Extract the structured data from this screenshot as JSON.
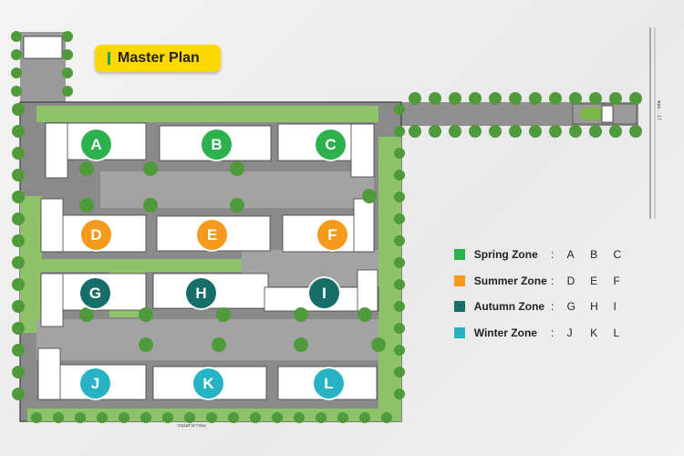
{
  "title": "Master Plan",
  "colors": {
    "spring": "#2bb24c",
    "summer": "#f59a1c",
    "autumn": "#176e69",
    "winter": "#27b3c3",
    "accent": "#ffd800"
  },
  "zones": [
    {
      "letter": "A",
      "zone": "spring"
    },
    {
      "letter": "B",
      "zone": "spring"
    },
    {
      "letter": "C",
      "zone": "spring"
    },
    {
      "letter": "D",
      "zone": "summer"
    },
    {
      "letter": "E",
      "zone": "summer"
    },
    {
      "letter": "F",
      "zone": "summer"
    },
    {
      "letter": "G",
      "zone": "autumn"
    },
    {
      "letter": "H",
      "zone": "autumn"
    },
    {
      "letter": "I",
      "zone": "autumn"
    },
    {
      "letter": "J",
      "zone": "winter"
    },
    {
      "letter": "K",
      "zone": "winter"
    },
    {
      "letter": "L",
      "zone": "winter"
    }
  ],
  "legend": [
    {
      "label": "Spring Zone",
      "colon": ":",
      "letters": [
        "A",
        "B",
        "C"
      ],
      "color": "#2bb24c"
    },
    {
      "label": "Summer Zone",
      "colon": ":",
      "letters": [
        "D",
        "E",
        "F"
      ],
      "color": "#f59a1c"
    },
    {
      "label": "Autumn Zone",
      "colon": ":",
      "letters": [
        "G",
        "H",
        "I"
      ],
      "color": "#176e69"
    },
    {
      "label": "Winter Zone",
      "colon": ":",
      "letters": [
        "J",
        "K",
        "L"
      ],
      "color": "#27b3c3"
    }
  ],
  "road_labels": {
    "right": "ซอย ... 17",
    "bottom": "ถนนสาธารณะ"
  }
}
